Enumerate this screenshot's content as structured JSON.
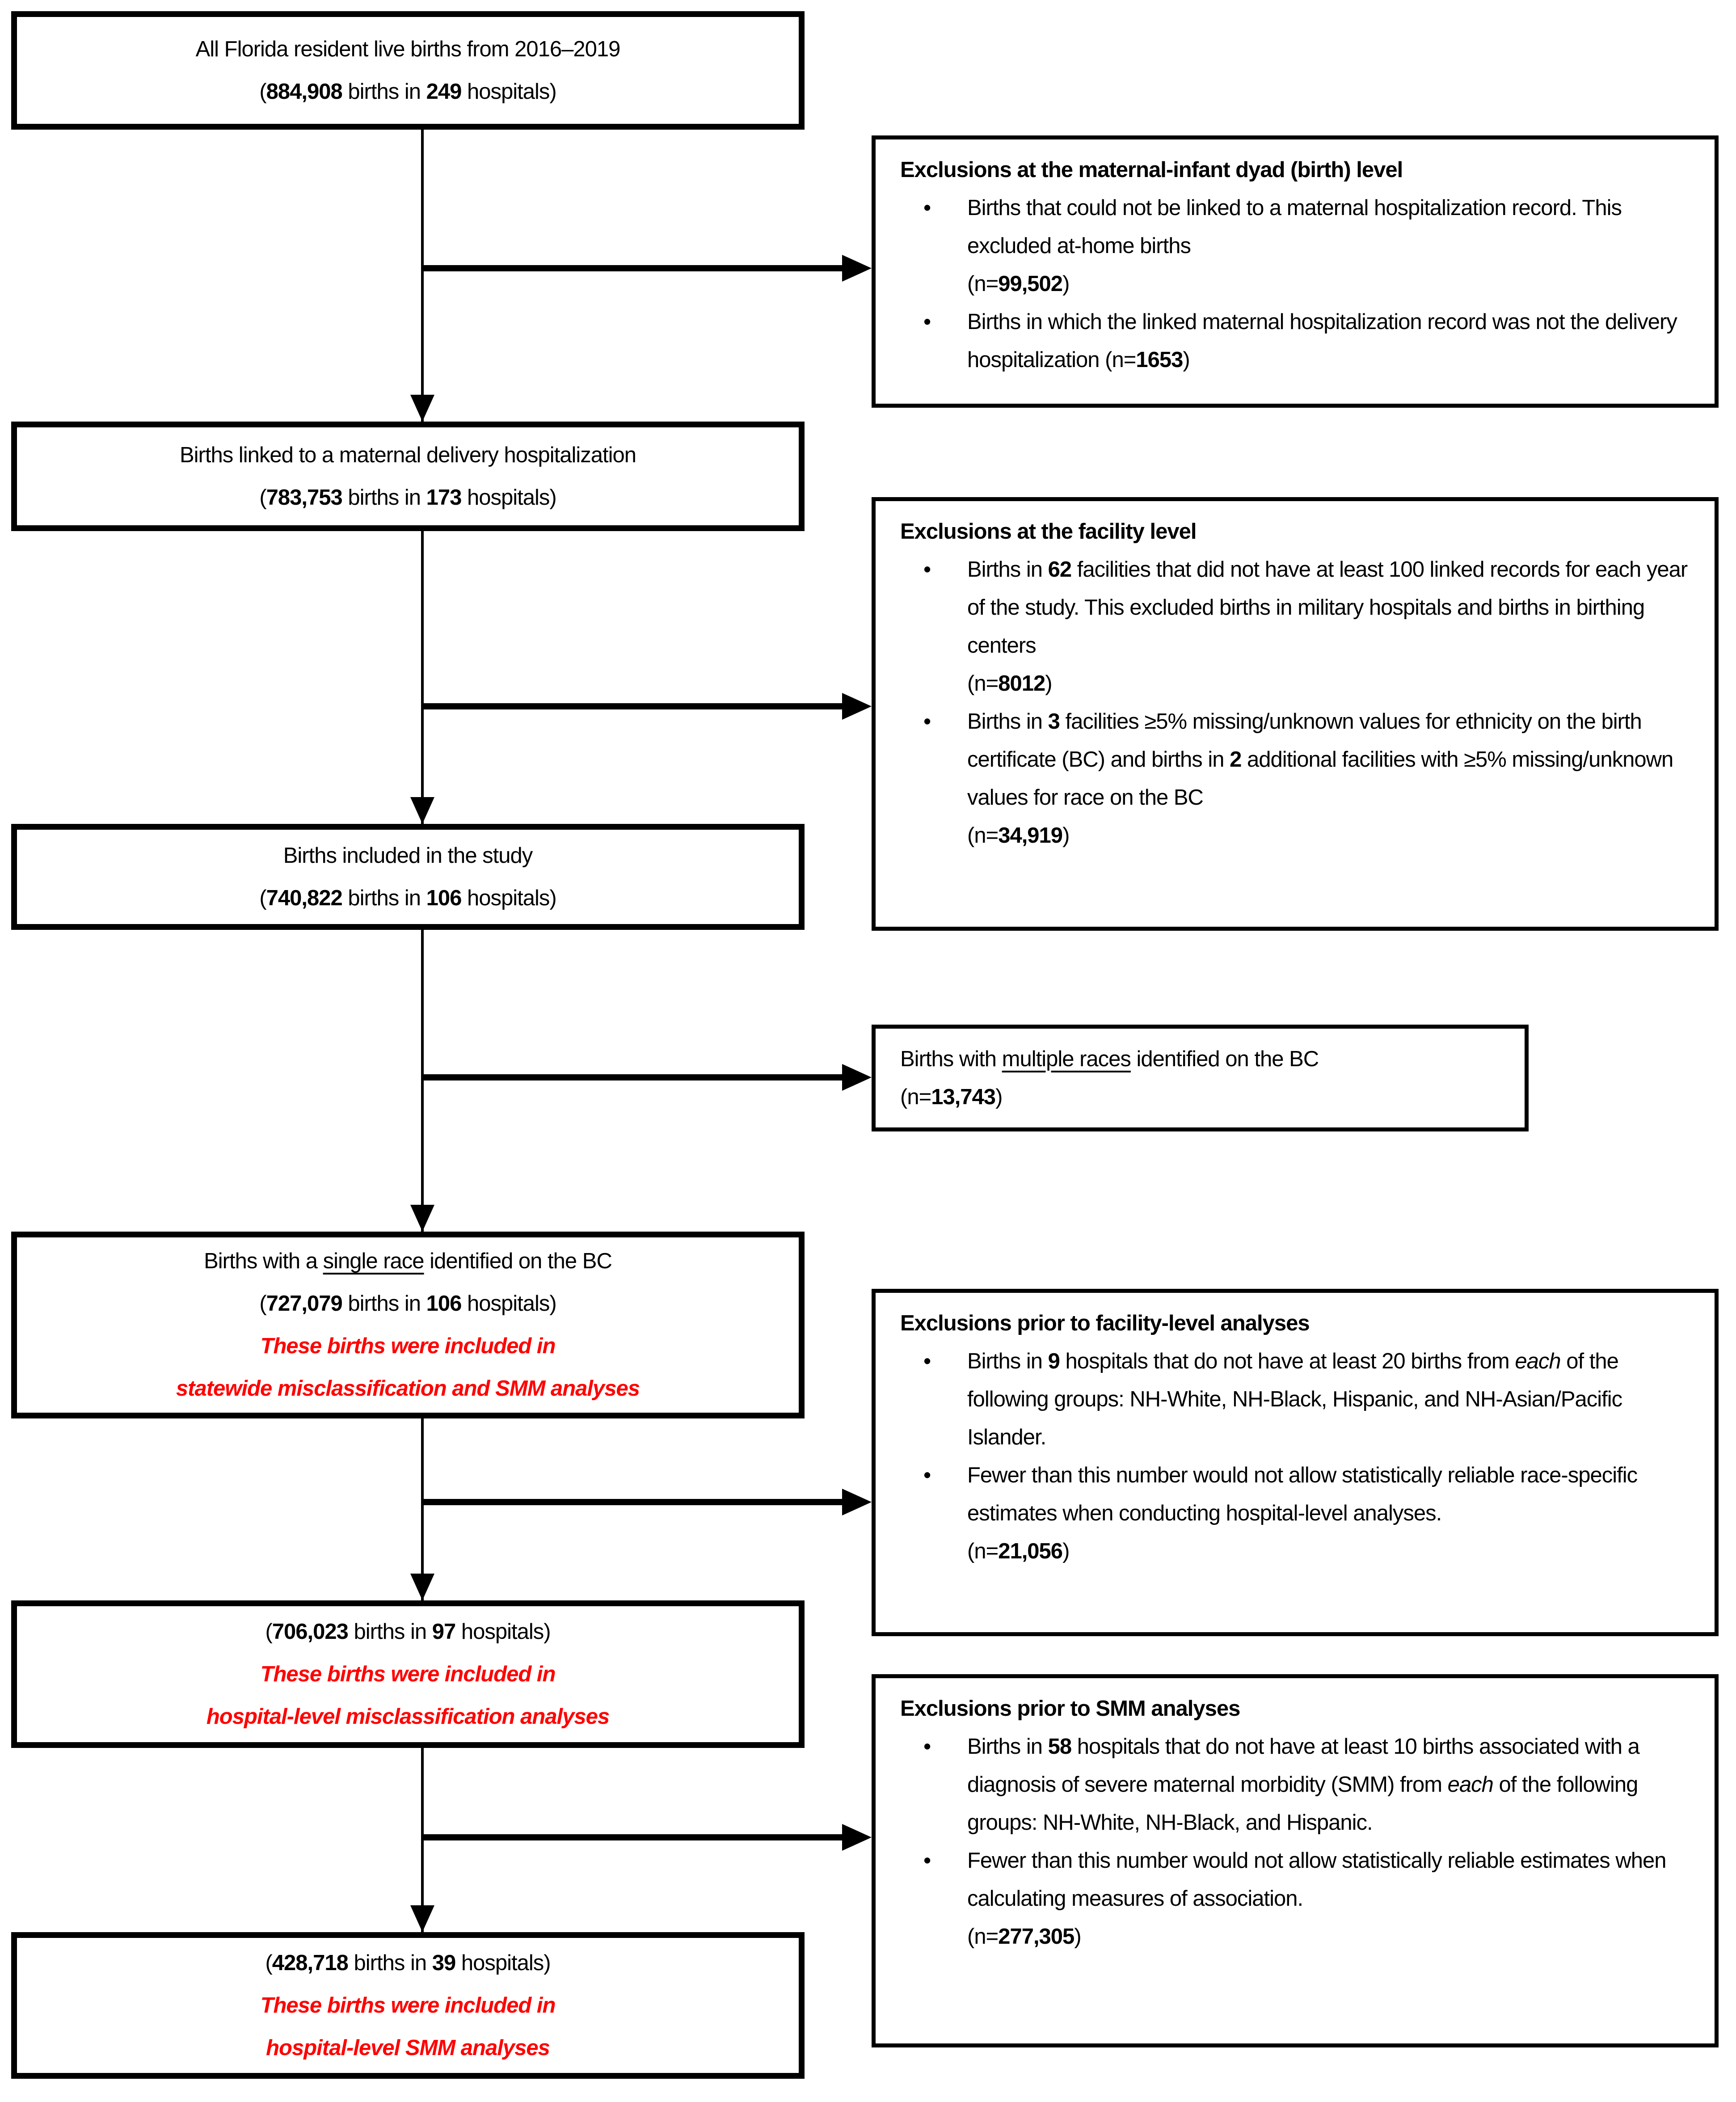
{
  "colors": {
    "ink": "#000000",
    "accent_red": "#ff0000",
    "background": "#ffffff"
  },
  "main_boxes": [
    {
      "name": "all-live-births",
      "content": [
        {
          "t": "All Florida resident live births from 2016–2019"
        },
        {
          "t": "(",
          "s": "n"
        },
        {
          "t": "884,908",
          "s": "b"
        },
        {
          "t": " births in "
        },
        {
          "t": "249",
          "s": "b"
        },
        {
          "t": " hospitals)"
        }
      ]
    },
    {
      "name": "linked-births",
      "content": [
        {
          "t": "Births linked to a maternal delivery hospitalization"
        },
        {
          "t": "(",
          "s": "n"
        },
        {
          "t": "783,753",
          "s": "b"
        },
        {
          "t": " births in "
        },
        {
          "t": "173",
          "s": "b"
        },
        {
          "t": " hospitals)"
        }
      ]
    },
    {
      "name": "included-births",
      "content": [
        {
          "t": "Births included in the study"
        },
        {
          "t": "(",
          "s": "n"
        },
        {
          "t": "740,822",
          "s": "b"
        },
        {
          "t": " births in "
        },
        {
          "t": "106",
          "s": "b"
        },
        {
          "t": " hospitals)"
        }
      ]
    },
    {
      "name": "single-race-births",
      "content": [
        {
          "t": "Births with a "
        },
        {
          "t": "single race",
          "s": "u"
        },
        {
          "t": " identified on the BC"
        },
        {
          "t": "(",
          "s": "n"
        },
        {
          "t": "727,079",
          "s": "b"
        },
        {
          "t": " births in "
        },
        {
          "t": "106",
          "s": "b"
        },
        {
          "t": " hospitals)"
        },
        {
          "t": "These births were included in",
          "s": "nbir"
        },
        {
          "t": "statewide misclassification and SMM analyses",
          "s": "nbir"
        }
      ]
    },
    {
      "name": "misclassification-cohort",
      "content": [
        {
          "t": "("
        },
        {
          "t": "706,023",
          "s": "b"
        },
        {
          "t": " births in "
        },
        {
          "t": "97",
          "s": "b"
        },
        {
          "t": " hospitals)"
        },
        {
          "t": "These births were included in",
          "s": "nbir"
        },
        {
          "t": "hospital-level misclassification analyses",
          "s": "nbir"
        }
      ]
    },
    {
      "name": "smm-cohort",
      "content": [
        {
          "t": "("
        },
        {
          "t": "428,718",
          "s": "b"
        },
        {
          "t": " births in "
        },
        {
          "t": "39",
          "s": "b"
        },
        {
          "t": " hospitals)"
        },
        {
          "t": "These births were included in",
          "s": "nbir"
        },
        {
          "t": "hospital-level SMM analyses",
          "s": "nbir"
        }
      ]
    }
  ],
  "side_boxes": [
    {
      "name": "dyad-level-exclusions",
      "heading": "Exclusions at the maternal-infant dyad (birth) level",
      "bullets": [
        [
          {
            "t": "Births that could not be linked to a maternal hospitalization record. This excluded at-home births"
          },
          {
            "t": "(n=",
            "s": "n"
          },
          {
            "t": "99,502",
            "s": "b"
          },
          {
            "t": ")"
          }
        ],
        [
          {
            "t": "Births in which the linked maternal hospitalization record was not the delivery hospitalization (n="
          },
          {
            "t": "1653",
            "s": "b"
          },
          {
            "t": ")"
          }
        ]
      ]
    },
    {
      "name": "facility-level-exclusions",
      "heading": "Exclusions at the facility level",
      "bullets": [
        [
          {
            "t": "Births in "
          },
          {
            "t": "62",
            "s": "b"
          },
          {
            "t": " facilities that did not have at least 100 linked records for each year of the study. This excluded births in military hospitals and births in birthing centers"
          },
          {
            "t": "(n=",
            "s": "n"
          },
          {
            "t": "8012",
            "s": "b"
          },
          {
            "t": ")"
          }
        ],
        [
          {
            "t": "Births in "
          },
          {
            "t": "3",
            "s": "b"
          },
          {
            "t": " facilities ≥5% missing/unknown values for ethnicity on the birth certificate (BC) and births in "
          },
          {
            "t": "2",
            "s": "b"
          },
          {
            "t": " additional facilities with ≥5% missing/unknown values for race on the BC"
          },
          {
            "t": "(n=",
            "s": "n"
          },
          {
            "t": "34,919",
            "s": "b"
          },
          {
            "t": ")"
          }
        ]
      ]
    },
    {
      "name": "multiple-races-exclusion",
      "heading": null,
      "content": [
        {
          "t": "Births with "
        },
        {
          "t": "multiple races",
          "s": "u"
        },
        {
          "t": " identified on the BC"
        },
        {
          "t": "(n=",
          "s": "n"
        },
        {
          "t": "13,743",
          "s": "b"
        },
        {
          "t": ")"
        }
      ]
    },
    {
      "name": "facility-analyses-exclusions",
      "heading": "Exclusions prior to facility-level analyses",
      "bullets": [
        [
          {
            "t": "Births in "
          },
          {
            "t": "9",
            "s": "b"
          },
          {
            "t": " hospitals that do not have at least 20 births from "
          },
          {
            "t": "each",
            "s": "i"
          },
          {
            "t": " of the following groups: NH-White, NH-Black, Hispanic, and NH-Asian/Pacific Islander."
          }
        ],
        [
          {
            "t": "Fewer than this number would not allow statistically reliable race-specific estimates when conducting hospital-level analyses."
          },
          {
            "t": "(n=",
            "s": "n"
          },
          {
            "t": "21,056",
            "s": "b"
          },
          {
            "t": ")"
          }
        ]
      ]
    },
    {
      "name": "smm-analyses-exclusions",
      "heading": "Exclusions prior to SMM analyses",
      "bullets": [
        [
          {
            "t": "Births in "
          },
          {
            "t": "58",
            "s": "b"
          },
          {
            "t": " hospitals that do not have at least 10 births associated with a diagnosis of severe maternal morbidity (SMM) from "
          },
          {
            "t": "each",
            "s": "i"
          },
          {
            "t": " of the following groups: NH-White, NH-Black, and Hispanic."
          }
        ],
        [
          {
            "t": "Fewer than this number would not allow statistically reliable estimates when calculating measures of association."
          },
          {
            "t": "(n=",
            "s": "n"
          },
          {
            "t": "277,305",
            "s": "b"
          },
          {
            "t": ")"
          }
        ]
      ]
    }
  ]
}
